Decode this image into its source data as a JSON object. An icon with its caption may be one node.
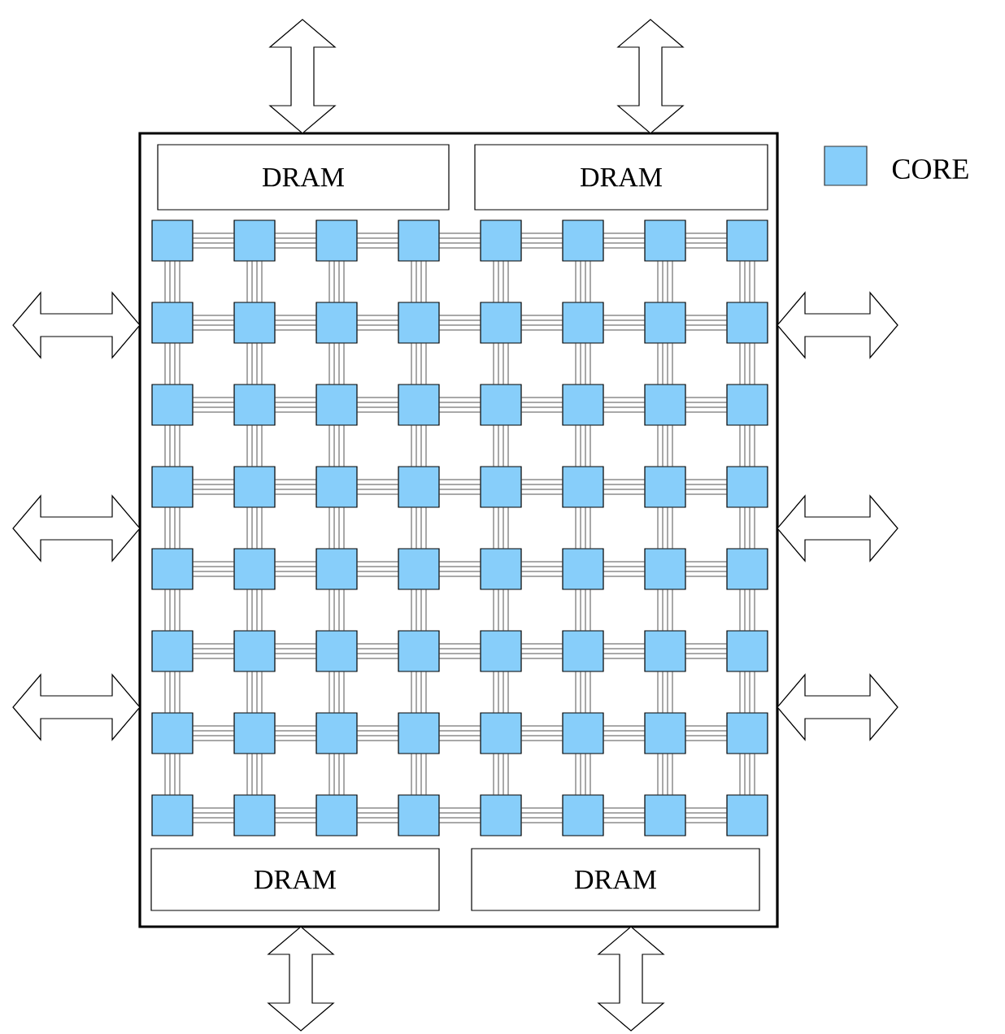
{
  "diagram": {
    "nodes": [
      {
        "text": [],
        "shape": "box"
      },
      {
        "text": [
          "DRAM"
        ],
        "in": 0
      },
      {
        "text": [
          "DRAM"
        ],
        "in": 0
      },
      {
        "text": [
          "DRAM"
        ],
        "in": 0
      },
      {
        "text": [
          "DRAM"
        ],
        "in": 0
      },
      {
        "text": [],
        "shape": "box",
        "in": 0
      },
      {
        "text": [],
        "shape": "box",
        "in": 0
      },
      {
        "text": [],
        "shape": "box",
        "in": 0
      },
      {
        "text": [],
        "shape": "box",
        "in": 0
      },
      {
        "text": [],
        "shape": "box",
        "in": 0
      },
      {
        "text": [],
        "shape": "box",
        "in": 0
      },
      {
        "text": [],
        "shape": "box",
        "in": 0
      },
      {
        "text": [],
        "shape": "box",
        "in": 0
      },
      {
        "text": [],
        "shape": "box",
        "in": 0
      },
      {
        "text": [],
        "shape": "box",
        "in": 0
      },
      {
        "text": [],
        "shape": "box",
        "in": 0
      },
      {
        "text": [],
        "shape": "box",
        "in": 0
      },
      {
        "text": [],
        "shape": "box",
        "in": 0
      },
      {
        "text": [],
        "shape": "box",
        "in": 0
      },
      {
        "text": [],
        "shape": "box",
        "in": 0
      },
      {
        "text": [],
        "shape": "box",
        "in": 0
      },
      {
        "text": [],
        "shape": "box",
        "in": 0
      },
      {
        "text": [],
        "shape": "box",
        "in": 0
      },
      {
        "text": [],
        "shape": "box",
        "in": 0
      },
      {
        "text": [],
        "shape": "box",
        "in": 0
      },
      {
        "text": [],
        "shape": "box",
        "in": 0
      },
      {
        "text": [],
        "shape": "box",
        "in": 0
      },
      {
        "text": [],
        "shape": "box",
        "in": 0
      },
      {
        "text": [],
        "shape": "box",
        "in": 0
      },
      {
        "text": [],
        "shape": "box",
        "in": 0
      },
      {
        "text": [],
        "shape": "box",
        "in": 0
      },
      {
        "text": [],
        "shape": "box",
        "in": 0
      },
      {
        "text": [],
        "shape": "box",
        "in": 0
      },
      {
        "text": [],
        "shape": "box",
        "in": 0
      },
      {
        "text": [],
        "shape": "box",
        "in": 0
      },
      {
        "text": [],
        "shape": "box",
        "in": 0
      },
      {
        "text": [],
        "shape": "box",
        "in": 0
      },
      {
        "text": [],
        "shape": "box",
        "in": 0
      },
      {
        "text": [],
        "shape": "box",
        "in": 0
      },
      {
        "text": [],
        "shape": "box",
        "in": 0
      },
      {
        "text": [],
        "shape": "box",
        "in": 0
      },
      {
        "text": [],
        "shape": "box",
        "in": 0
      },
      {
        "text": [],
        "shape": "box",
        "in": 0
      },
      {
        "text": [],
        "shape": "box",
        "in": 0
      },
      {
        "text": [],
        "shape": "box",
        "in": 0
      },
      {
        "text": [],
        "shape": "box",
        "in": 0
      },
      {
        "text": [],
        "shape": "box",
        "in": 0
      },
      {
        "text": [],
        "shape": "box",
        "in": 0
      },
      {
        "text": [],
        "shape": "box",
        "in": 0
      },
      {
        "text": [],
        "shape": "box",
        "in": 0
      },
      {
        "text": [],
        "shape": "box",
        "in": 0
      },
      {
        "text": [],
        "shape": "box",
        "in": 0
      },
      {
        "text": [],
        "shape": "box",
        "in": 0
      },
      {
        "text": [],
        "shape": "box",
        "in": 0
      },
      {
        "text": [],
        "shape": "box",
        "in": 0
      },
      {
        "text": [],
        "shape": "box",
        "in": 0
      },
      {
        "text": [],
        "shape": "box",
        "in": 0
      },
      {
        "text": [],
        "shape": "box",
        "in": 0
      },
      {
        "text": [],
        "shape": "box",
        "in": 0
      },
      {
        "text": [],
        "shape": "box",
        "in": 0
      },
      {
        "text": [],
        "shape": "box",
        "in": 0
      },
      {
        "text": [],
        "shape": "box",
        "in": 0
      },
      {
        "text": [],
        "shape": "box",
        "in": 0
      },
      {
        "text": [],
        "shape": "box",
        "in": 0
      },
      {
        "text": [],
        "shape": "box",
        "in": 0
      },
      {
        "text": [],
        "shape": "box",
        "in": 0
      },
      {
        "text": [],
        "shape": "box",
        "in": 0
      },
      {
        "text": [],
        "shape": "box",
        "in": 0
      },
      {
        "text": [],
        "shape": "box",
        "in": 0
      }
    ],
    "edges": [
      {
        "from": null,
        "to": 0,
        "arrow": "both"
      },
      {
        "from": null,
        "to": 0,
        "arrow": "both"
      },
      {
        "from": null,
        "to": 0,
        "arrow": "both"
      },
      {
        "from": null,
        "to": 0,
        "arrow": "both"
      },
      {
        "from": null,
        "to": 0,
        "arrow": "both"
      },
      {
        "from": null,
        "to": 0,
        "arrow": "both"
      },
      {
        "from": null,
        "to": 0,
        "arrow": "both"
      },
      {
        "from": null,
        "to": 0,
        "arrow": "both"
      },
      {
        "from": null,
        "to": 0,
        "arrow": "both"
      },
      {
        "from": null,
        "to": 0,
        "arrow": "both"
      },
      {
        "from": 5,
        "to": 6,
        "arrow": "none"
      },
      {
        "from": 6,
        "to": 7,
        "arrow": "none"
      },
      {
        "from": 7,
        "to": 8,
        "arrow": "none"
      },
      {
        "from": 8,
        "to": 9,
        "arrow": "none"
      },
      {
        "from": 9,
        "to": 10,
        "arrow": "none"
      },
      {
        "from": 10,
        "to": 11,
        "arrow": "none"
      },
      {
        "from": 11,
        "to": 12,
        "arrow": "none"
      },
      {
        "from": 13,
        "to": 14,
        "arrow": "none"
      },
      {
        "from": 14,
        "to": 15,
        "arrow": "none"
      },
      {
        "from": 15,
        "to": 16,
        "arrow": "none"
      },
      {
        "from": 16,
        "to": 17,
        "arrow": "none"
      },
      {
        "from": 17,
        "to": 18,
        "arrow": "none"
      },
      {
        "from": 18,
        "to": 19,
        "arrow": "none"
      },
      {
        "from": 19,
        "to": 20,
        "arrow": "none"
      },
      {
        "from": 21,
        "to": 22,
        "arrow": "none"
      },
      {
        "from": 22,
        "to": 23,
        "arrow": "none"
      },
      {
        "from": 23,
        "to": 24,
        "arrow": "none"
      },
      {
        "from": 24,
        "to": 25,
        "arrow": "none"
      },
      {
        "from": 25,
        "to": 26,
        "arrow": "none"
      },
      {
        "from": 26,
        "to": 27,
        "arrow": "none"
      },
      {
        "from": 27,
        "to": 28,
        "arrow": "none"
      },
      {
        "from": 29,
        "to": 30,
        "arrow": "none"
      },
      {
        "from": 30,
        "to": 31,
        "arrow": "none"
      },
      {
        "from": 31,
        "to": 32,
        "arrow": "none"
      },
      {
        "from": 32,
        "to": 33,
        "arrow": "none"
      },
      {
        "from": 33,
        "to": 34,
        "arrow": "none"
      },
      {
        "from": 34,
        "to": 35,
        "arrow": "none"
      },
      {
        "from": 35,
        "to": 36,
        "arrow": "none"
      },
      {
        "from": 37,
        "to": 38,
        "arrow": "none"
      },
      {
        "from": 38,
        "to": 39,
        "arrow": "none"
      },
      {
        "from": 39,
        "to": 40,
        "arrow": "none"
      },
      {
        "from": 40,
        "to": 41,
        "arrow": "none"
      },
      {
        "from": 41,
        "to": 42,
        "arrow": "none"
      },
      {
        "from": 42,
        "to": 43,
        "arrow": "none"
      },
      {
        "from": 43,
        "to": 44,
        "arrow": "none"
      },
      {
        "from": 45,
        "to": 46,
        "arrow": "none"
      },
      {
        "from": 46,
        "to": 47,
        "arrow": "none"
      },
      {
        "from": 47,
        "to": 48,
        "arrow": "none"
      },
      {
        "from": 48,
        "to": 49,
        "arrow": "none"
      },
      {
        "from": 49,
        "to": 50,
        "arrow": "none"
      },
      {
        "from": 50,
        "to": 51,
        "arrow": "none"
      },
      {
        "from": 51,
        "to": 52,
        "arrow": "none"
      },
      {
        "from": 53,
        "to": 54,
        "arrow": "none"
      },
      {
        "from": 54,
        "to": 55,
        "arrow": "none"
      },
      {
        "from": 55,
        "to": 56,
        "arrow": "none"
      },
      {
        "from": 56,
        "to": 57,
        "arrow": "none"
      },
      {
        "from": 57,
        "to": 58,
        "arrow": "none"
      },
      {
        "from": 58,
        "to": 59,
        "arrow": "none"
      },
      {
        "from": 59,
        "to": 60,
        "arrow": "none"
      },
      {
        "from": 61,
        "to": 62,
        "arrow": "none"
      },
      {
        "from": 62,
        "to": 63,
        "arrow": "none"
      },
      {
        "from": 63,
        "to": 64,
        "arrow": "none"
      },
      {
        "from": 64,
        "to": 65,
        "arrow": "none"
      },
      {
        "from": 65,
        "to": 66,
        "arrow": "none"
      },
      {
        "from": 66,
        "to": 67,
        "arrow": "none"
      },
      {
        "from": 67,
        "to": 68,
        "arrow": "none"
      },
      {
        "from": 5,
        "to": 13,
        "arrow": "none"
      },
      {
        "from": 6,
        "to": 14,
        "arrow": "none"
      },
      {
        "from": 7,
        "to": 15,
        "arrow": "none"
      },
      {
        "from": 8,
        "to": 16,
        "arrow": "none"
      },
      {
        "from": 9,
        "to": 17,
        "arrow": "none"
      },
      {
        "from": 10,
        "to": 18,
        "arrow": "none"
      },
      {
        "from": 11,
        "to": 19,
        "arrow": "none"
      },
      {
        "from": 12,
        "to": 20,
        "arrow": "none"
      },
      {
        "from": 13,
        "to": 21,
        "arrow": "none"
      },
      {
        "from": 14,
        "to": 22,
        "arrow": "none"
      },
      {
        "from": 15,
        "to": 23,
        "arrow": "none"
      },
      {
        "from": 16,
        "to": 24,
        "arrow": "none"
      },
      {
        "from": 17,
        "to": 25,
        "arrow": "none"
      },
      {
        "from": 18,
        "to": 26,
        "arrow": "none"
      },
      {
        "from": 19,
        "to": 27,
        "arrow": "none"
      },
      {
        "from": 20,
        "to": 28,
        "arrow": "none"
      },
      {
        "from": 21,
        "to": 29,
        "arrow": "none"
      },
      {
        "from": 22,
        "to": 30,
        "arrow": "none"
      },
      {
        "from": 23,
        "to": 31,
        "arrow": "none"
      },
      {
        "from": 24,
        "to": 32,
        "arrow": "none"
      },
      {
        "from": 25,
        "to": 33,
        "arrow": "none"
      },
      {
        "from": 26,
        "to": 34,
        "arrow": "none"
      },
      {
        "from": 27,
        "to": 35,
        "arrow": "none"
      },
      {
        "from": 28,
        "to": 36,
        "arrow": "none"
      },
      {
        "from": 29,
        "to": 37,
        "arrow": "none"
      },
      {
        "from": 30,
        "to": 38,
        "arrow": "none"
      },
      {
        "from": 31,
        "to": 39,
        "arrow": "none"
      },
      {
        "from": 32,
        "to": 40,
        "arrow": "none"
      },
      {
        "from": 33,
        "to": 41,
        "arrow": "none"
      },
      {
        "from": 34,
        "to": 42,
        "arrow": "none"
      },
      {
        "from": 35,
        "to": 43,
        "arrow": "none"
      },
      {
        "from": 36,
        "to": 44,
        "arrow": "none"
      },
      {
        "from": 37,
        "to": 45,
        "arrow": "none"
      },
      {
        "from": 38,
        "to": 46,
        "arrow": "none"
      },
      {
        "from": 39,
        "to": 47,
        "arrow": "none"
      },
      {
        "from": 40,
        "to": 48,
        "arrow": "none"
      },
      {
        "from": 41,
        "to": 49,
        "arrow": "none"
      },
      {
        "from": 42,
        "to": 50,
        "arrow": "none"
      },
      {
        "from": 43,
        "to": 51,
        "arrow": "none"
      },
      {
        "from": 44,
        "to": 52,
        "arrow": "none"
      },
      {
        "from": 45,
        "to": 53,
        "arrow": "none"
      },
      {
        "from": 46,
        "to": 54,
        "arrow": "none"
      },
      {
        "from": 47,
        "to": 55,
        "arrow": "none"
      },
      {
        "from": 48,
        "to": 56,
        "arrow": "none"
      },
      {
        "from": 49,
        "to": 57,
        "arrow": "none"
      },
      {
        "from": 50,
        "to": 58,
        "arrow": "none"
      },
      {
        "from": 51,
        "to": 59,
        "arrow": "none"
      },
      {
        "from": 52,
        "to": 60,
        "arrow": "none"
      },
      {
        "from": 53,
        "to": 61,
        "arrow": "none"
      },
      {
        "from": 54,
        "to": 62,
        "arrow": "none"
      },
      {
        "from": 55,
        "to": 63,
        "arrow": "none"
      },
      {
        "from": 56,
        "to": 64,
        "arrow": "none"
      },
      {
        "from": 57,
        "to": 65,
        "arrow": "none"
      },
      {
        "from": 58,
        "to": 66,
        "arrow": "none"
      },
      {
        "from": 59,
        "to": 67,
        "arrow": "none"
      },
      {
        "from": 60,
        "to": 68,
        "arrow": "none"
      }
    ],
    "legend": [
      {
        "text": "CORE",
        "color": "#87cefa"
      }
    ]
  }
}
